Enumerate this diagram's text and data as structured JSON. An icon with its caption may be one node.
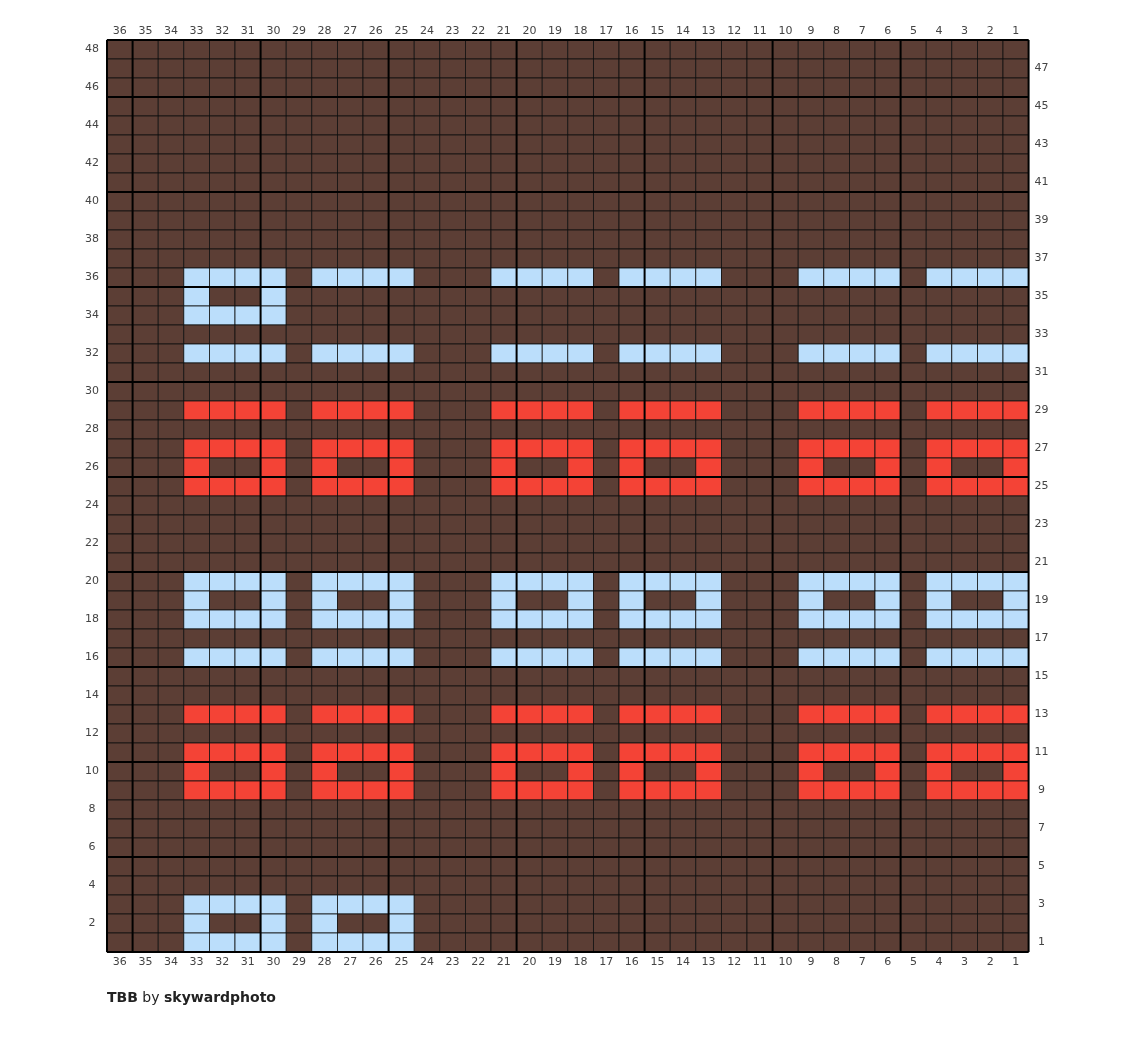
{
  "diagram": {
    "caption": "**TBB** by **skywardphoto**",
    "labels": [
      "36",
      "35",
      "34",
      "33",
      "32",
      "31",
      "30",
      "29",
      "28",
      "27",
      "26",
      "25",
      "24",
      "23",
      "22",
      "21",
      "20",
      "19",
      "18",
      "17",
      "16",
      "15",
      "14",
      "13",
      "12",
      "11",
      "10",
      "9",
      "8",
      "7",
      "6",
      "5",
      "4",
      "3",
      "2",
      "1",
      "48",
      "47",
      "46",
      "45",
      "44",
      "43",
      "42",
      "41",
      "40",
      "39",
      "38",
      "37",
      "36",
      "35",
      "34",
      "33",
      "32",
      "31",
      "30",
      "29",
      "28",
      "27",
      "26",
      "25",
      "24",
      "23",
      "22",
      "21",
      "20",
      "19",
      "18",
      "17",
      "16",
      "15",
      "14",
      "13",
      "12",
      "11",
      "10",
      "9",
      "8",
      "7",
      "6",
      "5",
      "4",
      "3",
      "2",
      "1",
      "36",
      "35",
      "34",
      "33",
      "32",
      "31",
      "30",
      "29",
      "28",
      "27",
      "26",
      "25",
      "24",
      "23",
      "22",
      "21",
      "20",
      "19",
      "18",
      "17",
      "16",
      "15",
      "14",
      "13",
      "12",
      "11",
      "10",
      "9",
      "8",
      "7",
      "6",
      "5",
      "4",
      "3",
      "2",
      "1"
    ]
  }
}
